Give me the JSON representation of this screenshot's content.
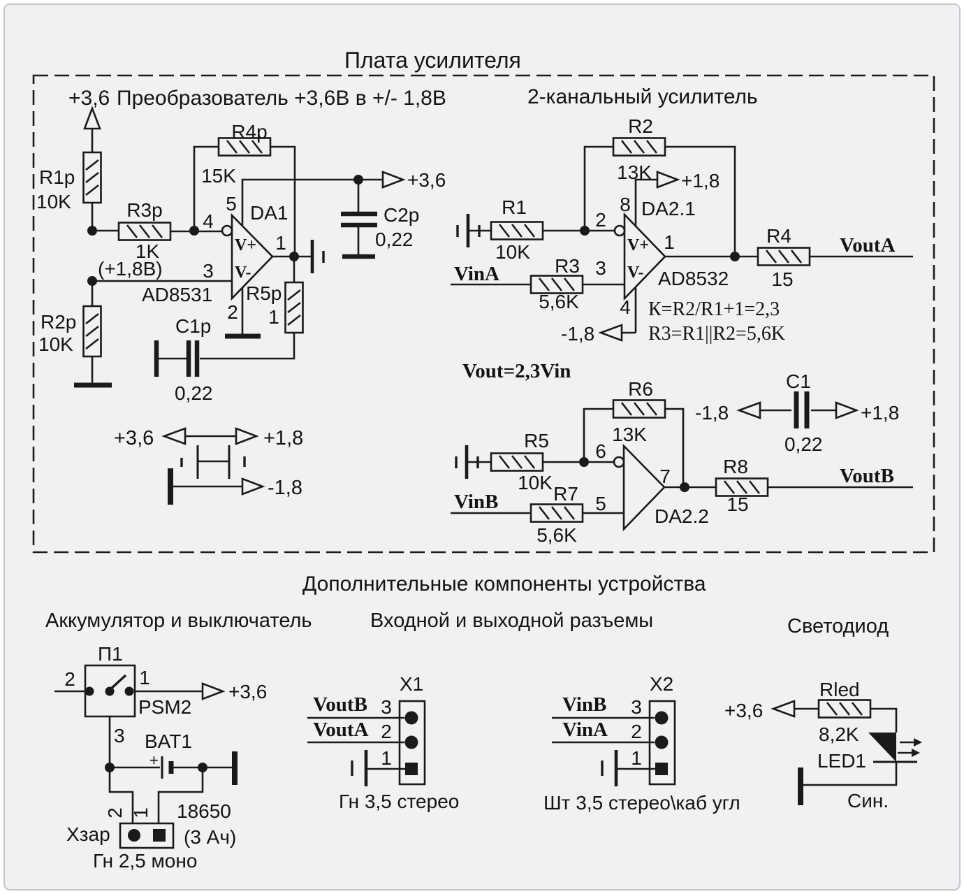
{
  "title": "Плата усилителя",
  "converter": {
    "heading": "Преобразователь +3,6В в +/- 1,8В",
    "vcc": "+3,6",
    "r1p": {
      "name": "R1p",
      "value": "10K"
    },
    "r2p": {
      "name": "R2p",
      "value": "10K"
    },
    "r3p": {
      "name": "R3p",
      "value": "1K"
    },
    "r4p": {
      "name": "R4p",
      "value": "15K"
    },
    "r5p": {
      "name": "R5p",
      "value": "1"
    },
    "c1p": {
      "name": "C1p",
      "value": "0,22"
    },
    "c2p": {
      "name": "C2p",
      "value": "0,22"
    },
    "opamp": {
      "name": "DA1",
      "part": "AD8531",
      "vplus": "V+",
      "vminus": "V-",
      "pin1": "1",
      "pin2": "2",
      "pin3": "3",
      "pin4": "4",
      "pin5": "5"
    },
    "midpoint_note": "(+1,8В)",
    "out_rail": "+3,6",
    "rails": {
      "vin": "+3,6",
      "vpos": "+1,8",
      "vneg": "-1,8"
    }
  },
  "amplifier": {
    "heading": "2-канальный усилитель",
    "gain_eq": "Vout=2,3Vin",
    "formula1": "К=R2/R1+1=2,3",
    "formula2": "R3=R1||R2=5,6K",
    "channel_a": {
      "r1": {
        "name": "R1",
        "value": "10K"
      },
      "r2": {
        "name": "R2",
        "value": "13K"
      },
      "r3": {
        "name": "R3",
        "value": "5,6K"
      },
      "r4": {
        "name": "R4",
        "value": "15"
      },
      "opamp": {
        "name": "DA2.1",
        "part": "AD8532",
        "vplus": "V+",
        "vminus": "V-",
        "pin1": "1",
        "pin2": "2",
        "pin3": "3",
        "pin4": "4",
        "pin8": "8"
      },
      "vpos": "+1,8",
      "vneg": "-1,8",
      "input": "VinA",
      "output": "VoutA"
    },
    "channel_b": {
      "r5": {
        "name": "R5",
        "value": "10K"
      },
      "r6": {
        "name": "R6",
        "value": "13K"
      },
      "r7": {
        "name": "R7",
        "value": "5,6K"
      },
      "r8": {
        "name": "R8",
        "value": "15"
      },
      "opamp": {
        "name": "DA2.2",
        "pin5": "5",
        "pin6": "6",
        "pin7": "7"
      },
      "input": "VinB",
      "output": "VoutB"
    },
    "c1": {
      "name": "C1",
      "value": "0,22",
      "vneg": "-1,8",
      "vpos": "+1,8"
    }
  },
  "extras": {
    "heading": "Дополнительные компоненты  устройства",
    "battery": {
      "heading": "Аккумулятор и выключатель",
      "switch": {
        "name": "П1",
        "part": "PSM2",
        "pin1": "1",
        "pin2": "2",
        "pin3": "3"
      },
      "vcc": "+3,6",
      "bat": {
        "name": "BAT1",
        "plus": "+",
        "cell": "18650",
        "capacity": "(3 Ач)"
      },
      "charge_conn": {
        "name": "Хзар",
        "pin1": "1",
        "pin2": "2",
        "jack": "Гн 2,5 моно"
      }
    },
    "connectors": {
      "heading": "Входной и выходной разъемы",
      "x1": {
        "name": "X1",
        "pin1": "1",
        "pin2": "2",
        "pin3": "3",
        "sig2": "VoutA",
        "sig3": "VoutB",
        "jack": "Гн 3,5 стерео"
      },
      "x2": {
        "name": "X2",
        "pin1": "1",
        "pin2": "2",
        "pin3": "3",
        "sig2": "VinA",
        "sig3": "VinB",
        "jack": "Шт 3,5 стерео\\каб угл"
      }
    },
    "led": {
      "heading": "Светодиод",
      "r": {
        "name": "Rled",
        "value": "8,2K"
      },
      "led": {
        "name": "LED1",
        "color": "Син."
      },
      "vcc": "+3,6"
    }
  }
}
